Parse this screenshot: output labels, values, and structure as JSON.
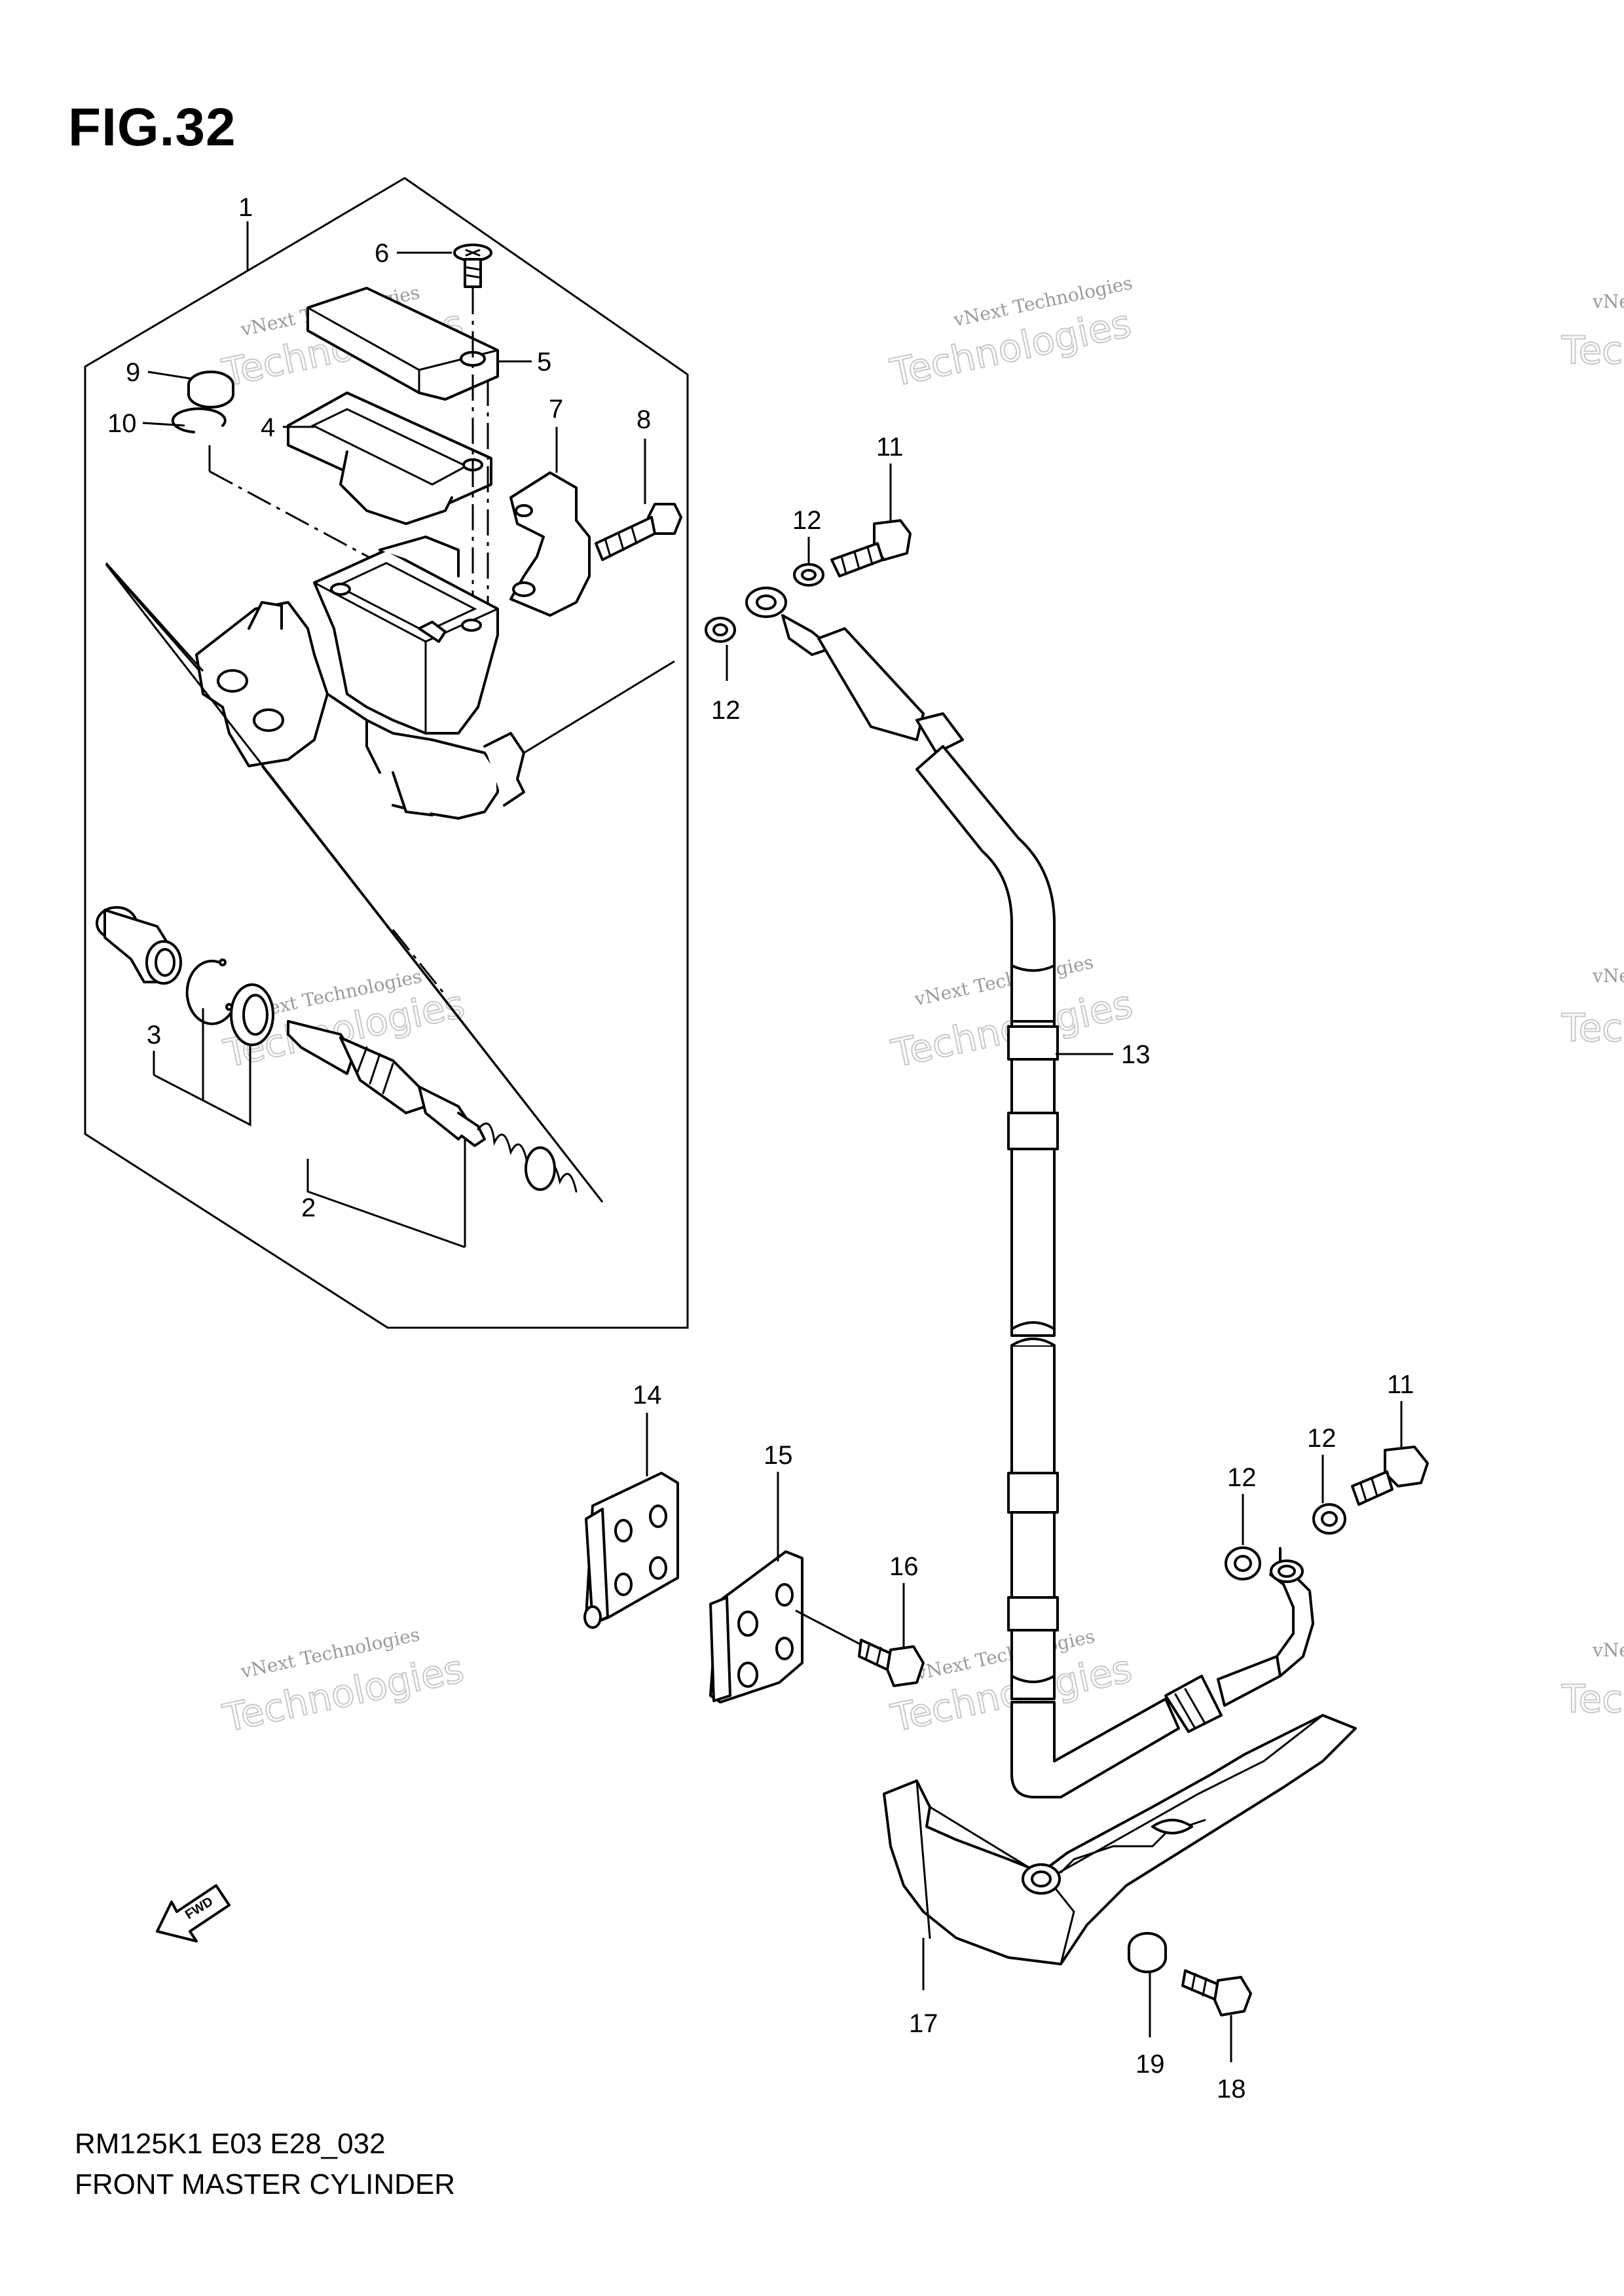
{
  "figure": {
    "title": "FIG.32",
    "code": "RM125K1 E03 E28_032",
    "name": "FRONT MASTER CYLINDER"
  },
  "fwd_label": "FWD",
  "watermark": {
    "line1": "vNext Technologies",
    "line2": "Technologies",
    "edge1": "vNe",
    "edge2": "Tec"
  },
  "callouts": {
    "c1": "1",
    "c2": "2",
    "c3": "3",
    "c4": "4",
    "c5": "5",
    "c6": "6",
    "c7": "7",
    "c8": "8",
    "c9": "9",
    "c10": "10",
    "c11a": "11",
    "c11b": "11",
    "c12a": "12",
    "c12b": "12",
    "c12c": "12",
    "c12d": "12",
    "c13": "13",
    "c14": "14",
    "c15": "15",
    "c16": "16",
    "c17": "17",
    "c18": "18",
    "c19": "19"
  }
}
